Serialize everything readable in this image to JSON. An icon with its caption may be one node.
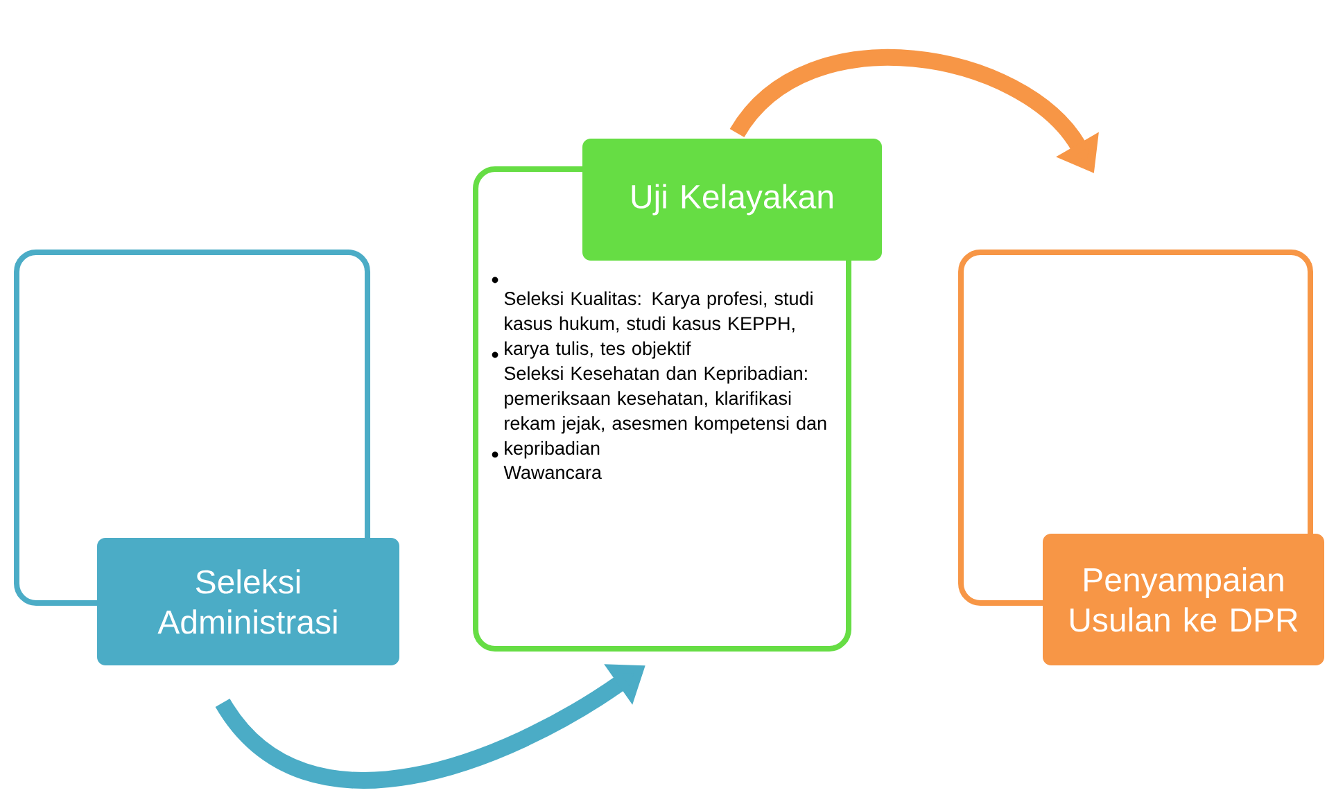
{
  "diagram": {
    "nodes": [
      {
        "text": [
          "Seleksi Administrasi"
        ]
      },
      {
        "text": [
          "Uji Kelayakan",
          "Seleksi Kualitas: Karya profesi, studi kasus hukum, studi kasus KEPPH, karya tulis, tes objektif",
          "Seleksi Kesehatan dan Kepribadian: pemeriksaan kesehatan, klarifikasi rekam jejak, asesmen kompetensi dan kepribadian",
          "Wawancara"
        ]
      },
      {
        "text": [
          "Penyampaian Usulan ke DPR"
        ]
      }
    ],
    "edges": [
      {
        "from": 0,
        "to": 1,
        "arrow": "to",
        "color": "#4bacc6"
      },
      {
        "from": 1,
        "to": 2,
        "arrow": "to",
        "color": "#f79646"
      }
    ]
  }
}
